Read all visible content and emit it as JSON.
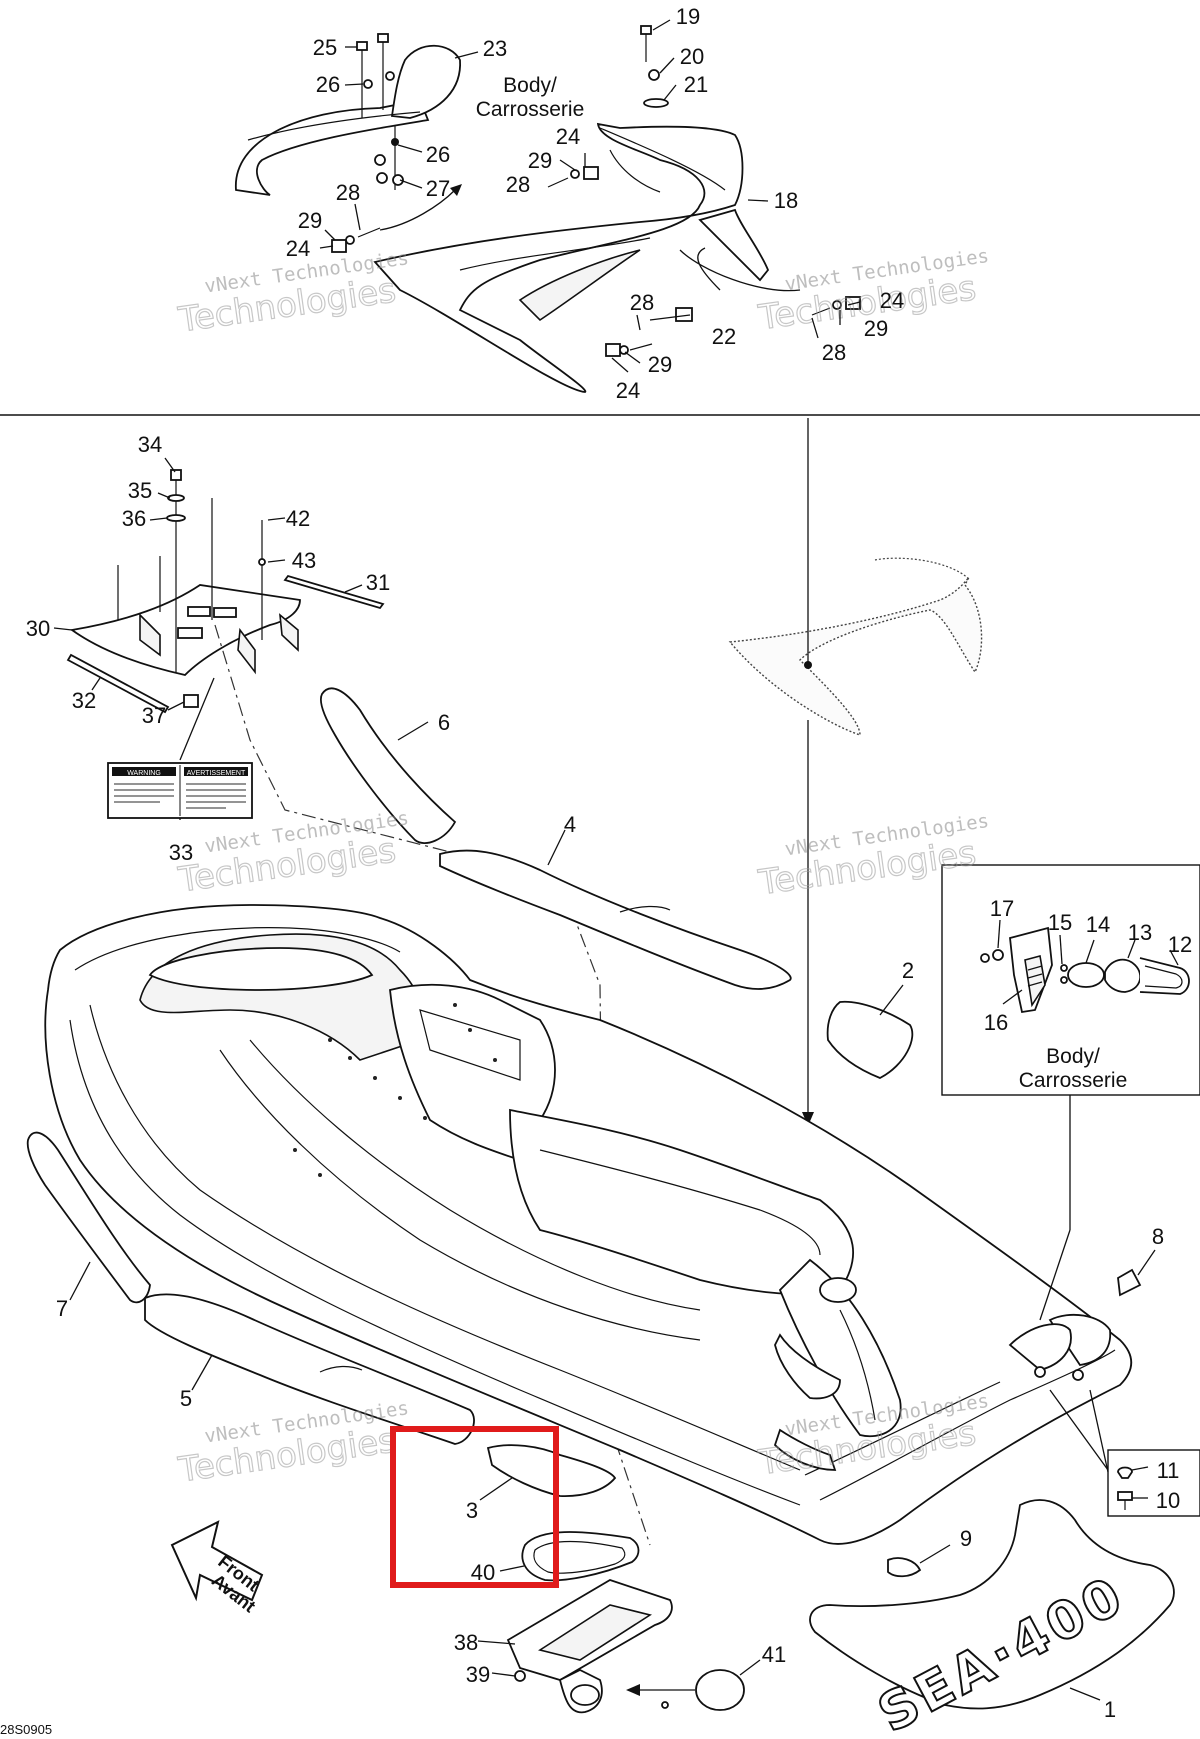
{
  "diagram": {
    "body_label_top": [
      "Body/",
      "Carrosserie"
    ],
    "body_label_inset": [
      "Body/",
      "Carrosserie"
    ],
    "front_arrow": [
      "Front",
      "Avant"
    ],
    "drawing_code": "28S0905",
    "hull_logo": "SEA·400",
    "warning_label": {
      "left_title": "WARNING",
      "right_title": "AVERTISSEMENT"
    },
    "watermark": {
      "line1": "vNext Technologies",
      "line2": "Technologies"
    },
    "highlight_color": "#e01b1b",
    "callouts": [
      {
        "id": "c19",
        "label": "19"
      },
      {
        "id": "c20",
        "label": "20"
      },
      {
        "id": "c21",
        "label": "21"
      },
      {
        "id": "c25",
        "label": "25"
      },
      {
        "id": "c23",
        "label": "23"
      },
      {
        "id": "c26a",
        "label": "26"
      },
      {
        "id": "c26b",
        "label": "26"
      },
      {
        "id": "c27",
        "label": "27"
      },
      {
        "id": "c24a",
        "label": "24"
      },
      {
        "id": "c29a",
        "label": "29"
      },
      {
        "id": "c28a",
        "label": "28"
      },
      {
        "id": "c18",
        "label": "18"
      },
      {
        "id": "c28b",
        "label": "28"
      },
      {
        "id": "c29b",
        "label": "29"
      },
      {
        "id": "c24b",
        "label": "24"
      },
      {
        "id": "c28c",
        "label": "28"
      },
      {
        "id": "c22",
        "label": "22"
      },
      {
        "id": "c29c",
        "label": "29"
      },
      {
        "id": "c24c",
        "label": "24"
      },
      {
        "id": "c24d",
        "label": "24"
      },
      {
        "id": "c29d",
        "label": "29"
      },
      {
        "id": "c28d",
        "label": "28"
      },
      {
        "id": "c34",
        "label": "34"
      },
      {
        "id": "c35",
        "label": "35"
      },
      {
        "id": "c36",
        "label": "36"
      },
      {
        "id": "c42",
        "label": "42"
      },
      {
        "id": "c43",
        "label": "43"
      },
      {
        "id": "c31",
        "label": "31"
      },
      {
        "id": "c30",
        "label": "30"
      },
      {
        "id": "c32",
        "label": "32"
      },
      {
        "id": "c37",
        "label": "37"
      },
      {
        "id": "c6",
        "label": "6"
      },
      {
        "id": "c33",
        "label": "33"
      },
      {
        "id": "c4",
        "label": "4"
      },
      {
        "id": "c17",
        "label": "17"
      },
      {
        "id": "c15",
        "label": "15"
      },
      {
        "id": "c14",
        "label": "14"
      },
      {
        "id": "c13",
        "label": "13"
      },
      {
        "id": "c12",
        "label": "12"
      },
      {
        "id": "c16",
        "label": "16"
      },
      {
        "id": "c2",
        "label": "2"
      },
      {
        "id": "c8",
        "label": "8"
      },
      {
        "id": "c7",
        "label": "7"
      },
      {
        "id": "c5",
        "label": "5"
      },
      {
        "id": "c3",
        "label": "3"
      },
      {
        "id": "c40",
        "label": "40"
      },
      {
        "id": "c11",
        "label": "11"
      },
      {
        "id": "c10",
        "label": "10"
      },
      {
        "id": "c9",
        "label": "9"
      },
      {
        "id": "c38",
        "label": "38"
      },
      {
        "id": "c39",
        "label": "39"
      },
      {
        "id": "c41",
        "label": "41"
      },
      {
        "id": "c1",
        "label": "1"
      }
    ]
  }
}
